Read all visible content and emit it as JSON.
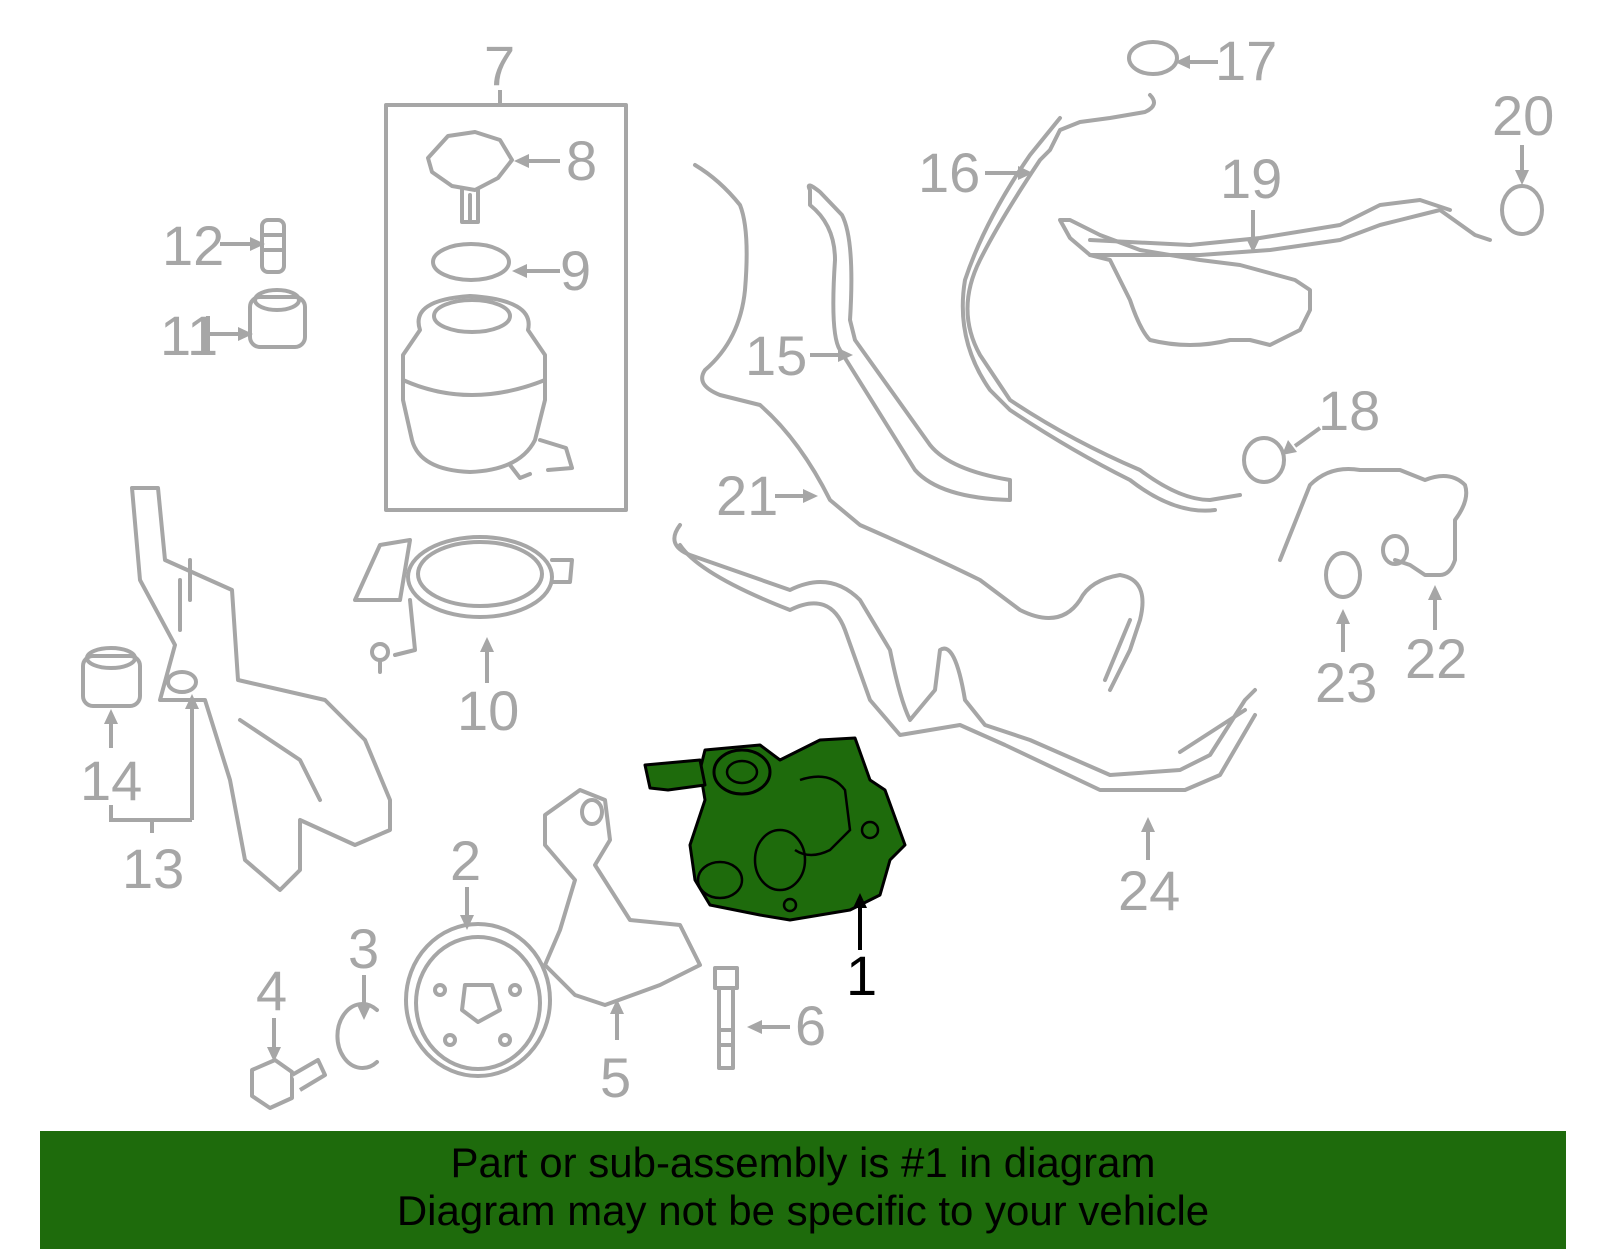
{
  "diagram": {
    "callouts": {
      "c1": "1",
      "c2": "2",
      "c3": "3",
      "c4": "4",
      "c5": "5",
      "c6": "6",
      "c7": "7",
      "c8": "8",
      "c9": "9",
      "c10": "10",
      "c11": "11",
      "c12": "12",
      "c13": "13",
      "c14": "14",
      "c15": "15",
      "c16": "16",
      "c17": "17",
      "c18": "18",
      "c19": "19",
      "c20": "20",
      "c21": "21",
      "c22": "22",
      "c23": "23",
      "c24": "24"
    },
    "highlight_color": "#1e6b0c",
    "part_line_color": "#a6a6a6"
  },
  "banner": {
    "line1": "Part or sub-assembly is #1 in diagram",
    "line2": "Diagram may not be specific to your vehicle",
    "background_color": "#1e6b0c"
  }
}
